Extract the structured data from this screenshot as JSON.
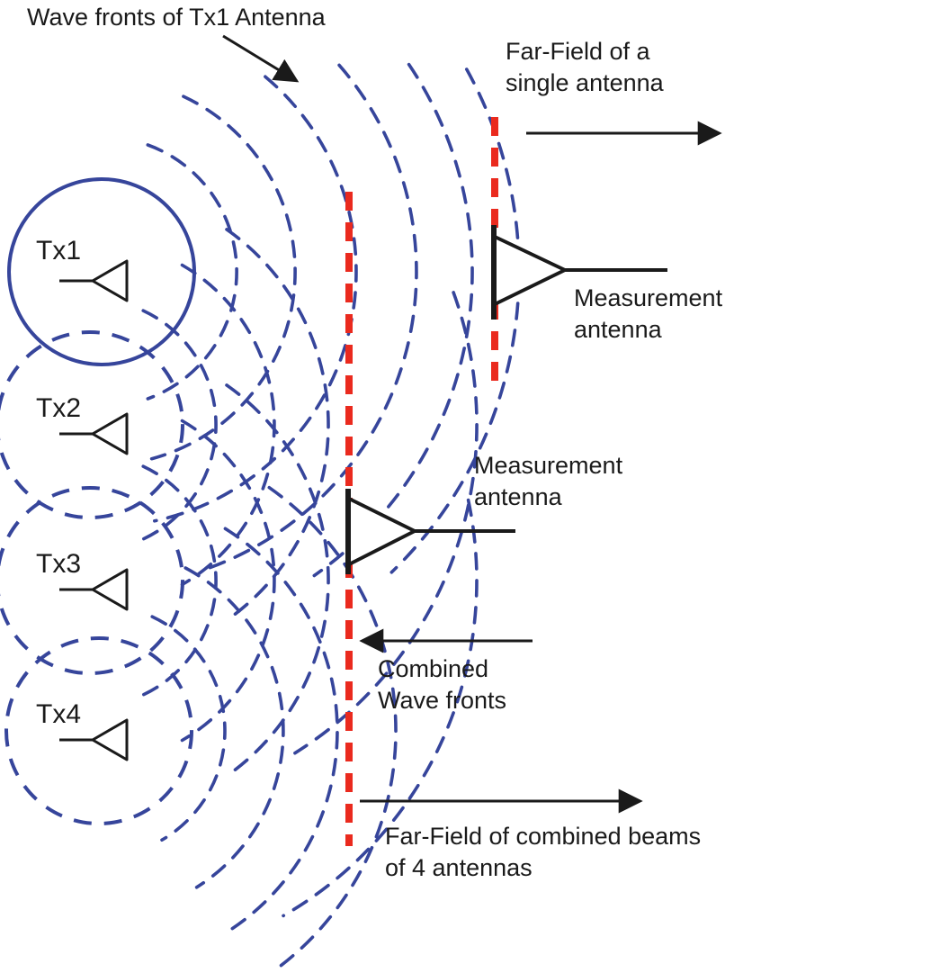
{
  "colors": {
    "wave-blue": "#36459b",
    "marker-red": "#ea2a1e",
    "ink": "#1a1a1a"
  },
  "labels": {
    "wave_fronts_tx1": "Wave fronts of Tx1 Antenna",
    "far_field_single": "Far-Field of a\nsingle antenna",
    "measurement_upper": "Measurement\nantenna",
    "measurement_mid": "Measurement\nantenna",
    "combined_wave_fronts": "Combined\nWave fronts",
    "far_field_combined": "Far-Field of combined beams\nof 4 antennas"
  },
  "antennas": [
    {
      "label": "Tx1"
    },
    {
      "label": "Tx2"
    },
    {
      "label": "Tx3"
    },
    {
      "label": "Tx4"
    }
  ]
}
